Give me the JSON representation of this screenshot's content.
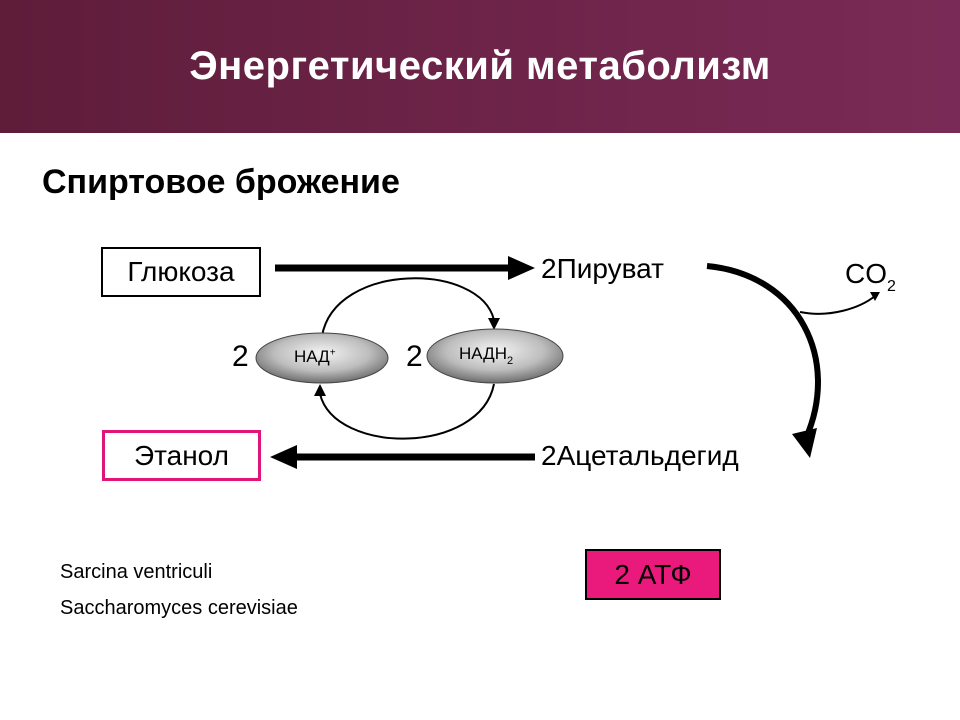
{
  "header": {
    "title": "Энергетический метаболизм"
  },
  "subtitle": "Спиртовое брожение",
  "diagram": {
    "glucose": "Глюкоза",
    "pyruvate": "2Пируват",
    "co2_main": "CO",
    "co2_sub": "2",
    "coef_nad": "2",
    "coef_nadh": "2",
    "nad_main": "НАД",
    "nad_sup": "+",
    "nadh_main": "НАДН",
    "nadh_sub": "2",
    "ethanol": "Этанол",
    "acetaldehyde": "2Ацетальдегид"
  },
  "species": [
    "Sarcina ventriculi",
    "Saccharomyces cerevisiae"
  ],
  "atp": "2 АТФ",
  "colors": {
    "header_bg": "#6b2249",
    "ethanol_border": "#e0157a",
    "atp_bg": "#ea1a7d"
  }
}
